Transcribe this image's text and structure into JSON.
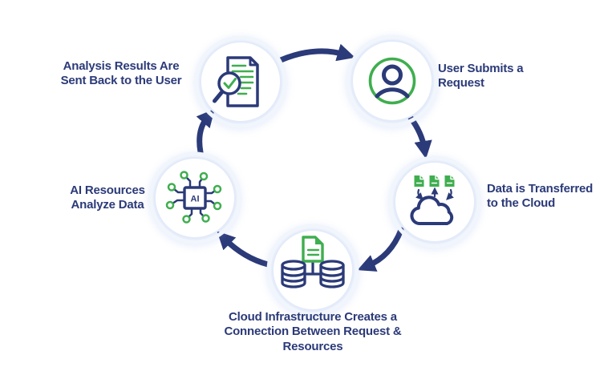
{
  "diagram": {
    "type": "cycle",
    "description": "Circular five-step process flow for AI cloud analysis",
    "steps": [
      {
        "id": 1,
        "label": "User Submits a\nRequest",
        "icon": "user-icon",
        "position": "top-right"
      },
      {
        "id": 2,
        "label": "Data is Transferred\nto the Cloud",
        "icon": "cloud-upload-icon",
        "position": "right"
      },
      {
        "id": 3,
        "label": "Cloud Infrastructure Creates a\nConnection Between Request &\nResources",
        "icon": "database-link-icon",
        "position": "bottom"
      },
      {
        "id": 4,
        "label": "AI Resources\nAnalyze Data",
        "icon": "ai-chip-icon",
        "position": "left",
        "chip_label": "AI"
      },
      {
        "id": 5,
        "label": "Analysis Results Are\nSent Back to the User",
        "icon": "document-review-icon",
        "position": "top-left"
      }
    ],
    "colors": {
      "navy": "#2b3a78",
      "green": "#3fae4f",
      "halo": "#e3ebf9",
      "halo_outer": "#f1f5fc",
      "background": "#ffffff"
    }
  }
}
